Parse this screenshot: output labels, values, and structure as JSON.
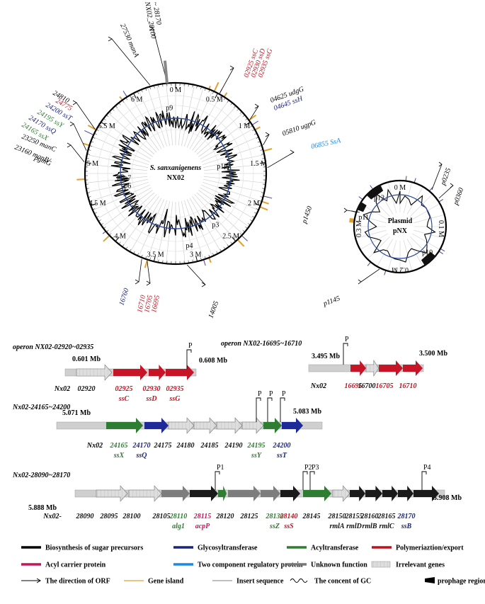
{
  "genome": {
    "title_line1": "S. sanxanigenens",
    "title_line2": "NX02",
    "scale": [
      "0 M",
      "0.5 M",
      "1 M",
      "1.5 M",
      "2 M",
      "2.5 M",
      "3 M",
      "3.5 M",
      "4 M",
      "4.5 M",
      "5 M",
      "5.5 M",
      "6 M"
    ],
    "prophages": [
      "p1",
      "p2",
      "p3",
      "p4",
      "p5",
      "p6",
      "p7",
      "p8",
      "p9"
    ],
    "gene_labels": [
      {
        "id": "g1",
        "text": "27530 manA",
        "color": "#000000"
      },
      {
        "id": "g2",
        "text": "NX02_28100",
        "color": "#000000"
      },
      {
        "id": "g3",
        "text": "~ 28170",
        "color": "#000000"
      },
      {
        "id": "g4",
        "text": "02925 ssC",
        "color": "#c0111f"
      },
      {
        "id": "g5",
        "text": "02930 ssD",
        "color": "#c0111f"
      },
      {
        "id": "g6",
        "text": "02935 ssG",
        "color": "#c0111f"
      },
      {
        "id": "g7",
        "text": "04625 udgG",
        "color": "#000000"
      },
      {
        "id": "g8",
        "text": "04645 ssH",
        "color": "#1a237e"
      },
      {
        "id": "g9",
        "text": "05810 ugpG",
        "color": "#000000"
      },
      {
        "id": "g10",
        "text": "06855 SsA",
        "color": "#1e88e5"
      },
      {
        "id": "g11",
        "text": "24810",
        "color": "#000000"
      },
      {
        "id": "g12",
        "text": "24775",
        "color": "#c0111f"
      },
      {
        "id": "g13",
        "text": "24200 ssT",
        "color": "#1a237e"
      },
      {
        "id": "g14",
        "text": "24195 ssY",
        "color": "#2e7d32"
      },
      {
        "id": "g15",
        "text": "24170 ssQ",
        "color": "#1a237e"
      },
      {
        "id": "g16",
        "text": "24165 ssX",
        "color": "#2e7d32"
      },
      {
        "id": "g17",
        "text": "23250 manC",
        "color": "#000000"
      },
      {
        "id": "g18",
        "text": "23160 manB/",
        "color": "#000000"
      },
      {
        "id": "g19",
        "text": "pgmG",
        "color": "#000000"
      },
      {
        "id": "g20",
        "text": "16760",
        "color": "#1a237e"
      },
      {
        "id": "g21",
        "text": "16710",
        "color": "#c0111f"
      },
      {
        "id": "g22",
        "text": "16705",
        "color": "#c0111f"
      },
      {
        "id": "g23",
        "text": "16695",
        "color": "#c0111f"
      },
      {
        "id": "g24",
        "text": "14005",
        "color": "#000000"
      }
    ]
  },
  "plasmid": {
    "title_line1": "Plasmid",
    "title_line2": "pNX",
    "scale": [
      "0 M",
      "0.1 M",
      "0.2 M",
      "0.3 M"
    ],
    "prophages": [
      "p10",
      "p11",
      "p12"
    ],
    "gene_labels": [
      "p0235",
      "p0360",
      "p1450",
      "p1145"
    ]
  },
  "operons": [
    {
      "title": "operon NX02-02920~02935",
      "start": "0.601 Mb",
      "end": "0.608 Mb",
      "promoters": [
        "P"
      ],
      "prefix": "Nx02",
      "genes": [
        {
          "id": "02920",
          "name": "",
          "color": "#000000"
        },
        {
          "id": "02925",
          "name": "ssC",
          "color": "#c0111f"
        },
        {
          "id": "02930",
          "name": "ssD",
          "color": "#c0111f"
        },
        {
          "id": "02935",
          "name": "ssG",
          "color": "#c0111f"
        }
      ]
    },
    {
      "title": "operon NX02-16695~16710",
      "start": "3.495 Mb",
      "end": "3.500 Mb",
      "promoters": [
        "P"
      ],
      "prefix": "Nx02",
      "genes": [
        {
          "id": "16695",
          "name": "",
          "color": "#c0111f"
        },
        {
          "id": "16700",
          "name": "",
          "color": "#000000"
        },
        {
          "id": "16705",
          "name": "",
          "color": "#c0111f"
        },
        {
          "id": "16710",
          "name": "",
          "color": "#c0111f"
        }
      ]
    },
    {
      "title": "Nx02-24165~24200",
      "start": "5.071 Mb",
      "end": "5.083 Mb",
      "promoters": [
        "P",
        "P",
        "P"
      ],
      "prefix": "Nx02",
      "genes": [
        {
          "id": "24165",
          "name": "ssX",
          "color": "#2e7d32"
        },
        {
          "id": "24170",
          "name": "ssQ",
          "color": "#1a237e"
        },
        {
          "id": "24175",
          "name": "",
          "color": "#000000"
        },
        {
          "id": "24180",
          "name": "",
          "color": "#000000"
        },
        {
          "id": "24185",
          "name": "",
          "color": "#000000"
        },
        {
          "id": "24190",
          "name": "",
          "color": "#000000"
        },
        {
          "id": "24195",
          "name": "ssY",
          "color": "#2e7d32"
        },
        {
          "id": "24200",
          "name": "ssT",
          "color": "#1a237e"
        }
      ]
    },
    {
      "title": "Nx02-28090~28170",
      "start": "5.888 Mb",
      "end": "5.908 Mb",
      "promoters": [
        "P1",
        "P2",
        "P3",
        "P4"
      ],
      "prefix": "Nx02-",
      "genes": [
        {
          "id": "28090",
          "name": "",
          "color": "#000000"
        },
        {
          "id": "28095",
          "name": "",
          "color": "#000000"
        },
        {
          "id": "28100",
          "name": "",
          "color": "#000000"
        },
        {
          "id": "28105",
          "name": "",
          "color": "#000000"
        },
        {
          "id": "28110",
          "name": "alg1",
          "color": "#2e7d32"
        },
        {
          "id": "28115",
          "name": "acpP",
          "color": "#c2185b"
        },
        {
          "id": "28120",
          "name": "",
          "color": "#000000"
        },
        {
          "id": "28125",
          "name": "",
          "color": "#000000"
        },
        {
          "id": "28130",
          "name": "ssZ",
          "color": "#2e7d32"
        },
        {
          "id": "28140",
          "name": "ssS",
          "color": "#c0111f"
        },
        {
          "id": "28145",
          "name": "",
          "color": "#000000"
        },
        {
          "id": "28150",
          "name": "rmlA",
          "color": "#000000"
        },
        {
          "id": "28155",
          "name": "rmlD",
          "color": "#000000"
        },
        {
          "id": "28160",
          "name": "rmlB",
          "color": "#000000"
        },
        {
          "id": "28165",
          "name": "rmlC",
          "color": "#000000"
        },
        {
          "id": "28170",
          "name": "ssB",
          "color": "#1a237e"
        }
      ]
    }
  ],
  "legend": [
    {
      "label": "Biosynthesis of sugar precursors",
      "color": "#000000"
    },
    {
      "label": "Glycosyltransferase",
      "color": "#1a237e"
    },
    {
      "label": "Acyltransferase",
      "color": "#2e7d32"
    },
    {
      "label": "Polymeriaztion/export",
      "color": "#c0111f"
    },
    {
      "label": "Acyl carrier protein",
      "color": "#c2185b"
    },
    {
      "label": "Two component regulatory protein",
      "color": "#1e88e5"
    },
    {
      "label": "Unknown function",
      "color": "#777777"
    },
    {
      "label": "Irrelevant genes",
      "color": "#cccccc"
    },
    {
      "label": "The direction of ORF",
      "color": "#000000"
    },
    {
      "label": "Gene island",
      "color": "#e0a030"
    },
    {
      "label": "Insert sequence",
      "color": "#999999"
    },
    {
      "label": "The concent of GC",
      "color": "#000000"
    },
    {
      "label": "prophage regions",
      "color": "#000000"
    }
  ]
}
